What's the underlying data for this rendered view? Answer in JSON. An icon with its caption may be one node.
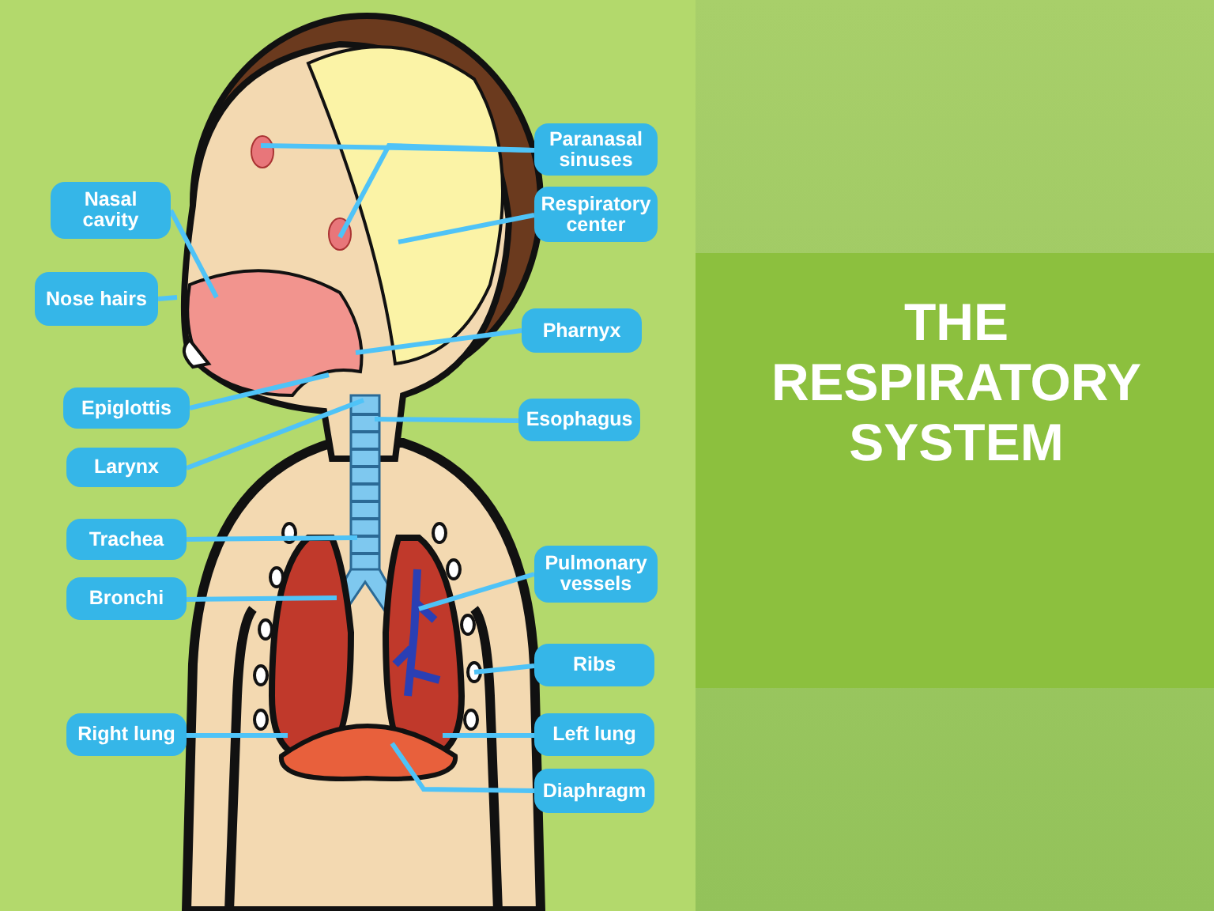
{
  "diagram": {
    "title": "THE RESPIRATORY SYSTEM",
    "nodes": [
      {
        "text": [
          "Paranasal sinuses"
        ]
      },
      {
        "text": [
          "Nasal cavity"
        ]
      },
      {
        "text": [
          "Respiratory center"
        ]
      },
      {
        "text": [
          "Nose hairs"
        ]
      },
      {
        "text": [
          "Pharnyx"
        ]
      },
      {
        "text": [
          "Epiglottis"
        ]
      },
      {
        "text": [
          "Esophagus"
        ]
      },
      {
        "text": [
          "Larynx"
        ]
      },
      {
        "text": [
          "Trachea"
        ]
      },
      {
        "text": [
          "Pulmonary vessels"
        ]
      },
      {
        "text": [
          "Bronchi"
        ]
      },
      {
        "text": [
          "Ribs"
        ]
      },
      {
        "text": [
          "Right lung"
        ]
      },
      {
        "text": [
          "Left lung"
        ]
      },
      {
        "text": [
          "Diaphragm"
        ]
      }
    ],
    "edges": [
      {
        "from": 0,
        "to": null,
        "arrow": "none"
      },
      {
        "from": 0,
        "to": null,
        "arrow": "none"
      },
      {
        "from": 1,
        "to": null,
        "arrow": "none"
      },
      {
        "from": 2,
        "to": null,
        "arrow": "none"
      },
      {
        "from": 3,
        "to": null,
        "arrow": "none"
      },
      {
        "from": 4,
        "to": null,
        "arrow": "none"
      },
      {
        "from": 5,
        "to": null,
        "arrow": "none"
      },
      {
        "from": 6,
        "to": null,
        "arrow": "none"
      },
      {
        "from": 7,
        "to": null,
        "arrow": "none"
      },
      {
        "from": 8,
        "to": null,
        "arrow": "none"
      },
      {
        "from": 9,
        "to": null,
        "arrow": "none"
      },
      {
        "from": 10,
        "to": null,
        "arrow": "none"
      },
      {
        "from": 11,
        "to": null,
        "arrow": "none"
      },
      {
        "from": 12,
        "to": null,
        "arrow": "none"
      },
      {
        "from": 13,
        "to": null,
        "arrow": "none"
      },
      {
        "from": 14,
        "to": null,
        "arrow": "none"
      }
    ]
  }
}
